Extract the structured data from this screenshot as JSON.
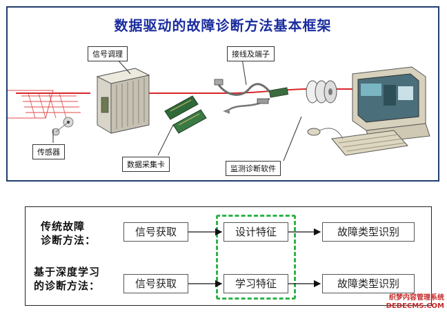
{
  "top": {
    "title": "数据驱动的故障诊断方法基本框架",
    "labels": {
      "signal_conditioning": "信号调理",
      "wiring": "接线及端子",
      "sensor": "传感器",
      "daq_card": "数据采集卡",
      "monitoring_software": "监测诊断软件"
    }
  },
  "bottom": {
    "traditional_label_line1": "传统故障",
    "traditional_label_line2": "诊断方法：",
    "deep_label_line1": "基于深度学习",
    "deep_label_line2": "的诊断方法：",
    "traditional_steps": [
      "信号获取",
      "设计特征",
      "故障类型识别"
    ],
    "deep_steps": [
      "信号获取",
      "学习特征",
      "故障类型识别"
    ]
  },
  "watermark": {
    "line1": "织梦内容管理系统",
    "line2": "DEDECMS.COM"
  },
  "colors": {
    "title": "#1a2c9e",
    "panel_border": "#1f3c6e",
    "signal_line": "#d6262b",
    "dashed_box": "#2db34a"
  }
}
